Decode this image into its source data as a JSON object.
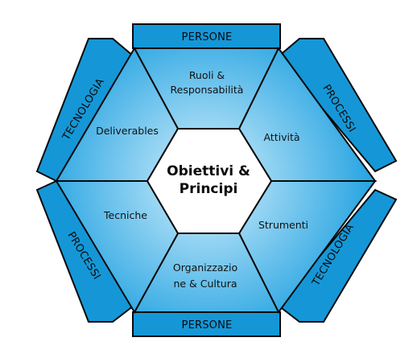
{
  "diagram": {
    "center": {
      "line1": "Obiettivi &",
      "line2": "Principi"
    },
    "segments": {
      "top": {
        "line1": "Ruoli &",
        "line2": "Responsabilità"
      },
      "upper_right": "Attività",
      "lower_right": "Strumenti",
      "bottom": {
        "line1": "Organizzazio",
        "line2": "ne & Cultura"
      },
      "lower_left": "Tecniche",
      "upper_left": "Deliverables"
    },
    "bands": {
      "top": "PERSONE",
      "upper_right": "PROCESSI",
      "lower_right": "TECNOLOGIA",
      "bottom": "PERSONE",
      "lower_left": "PROCESSI",
      "upper_left": "TECNOLOGIA"
    },
    "colors": {
      "band_fill": "#1597D7",
      "segment_outer": "#2BA6E2",
      "segment_inner": "#BFE7F8",
      "center_fill": "#FFFFFF",
      "outline": "#0A0A0A"
    }
  }
}
